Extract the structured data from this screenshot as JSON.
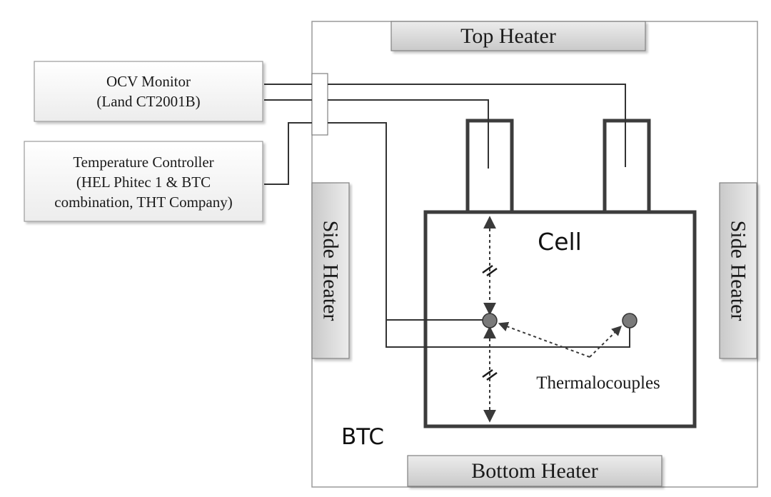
{
  "labels": {
    "top_heater": "Top Heater",
    "bottom_heater": "Bottom Heater",
    "side_heater_left": "Side Heater",
    "side_heater_right": "Side Heater",
    "cell": "Cell",
    "btc": "BTC",
    "thermocouples": "Thermalocouples",
    "ocv_line1": "OCV Monitor",
    "ocv_line2": "(Land CT2001B)",
    "temp_line1": "Temperature Controller",
    "temp_line2": "(HEL Phitec 1 & BTC",
    "temp_line3": "combination, THT Company)"
  },
  "colors": {
    "heater_fill": "#d9d9d9",
    "heater_border": "#808080",
    "cell_border": "#3c3c3c",
    "wire": "#333333",
    "box_border": "#9a9a9a",
    "thermocouple_fill": "#7a7a7a"
  }
}
